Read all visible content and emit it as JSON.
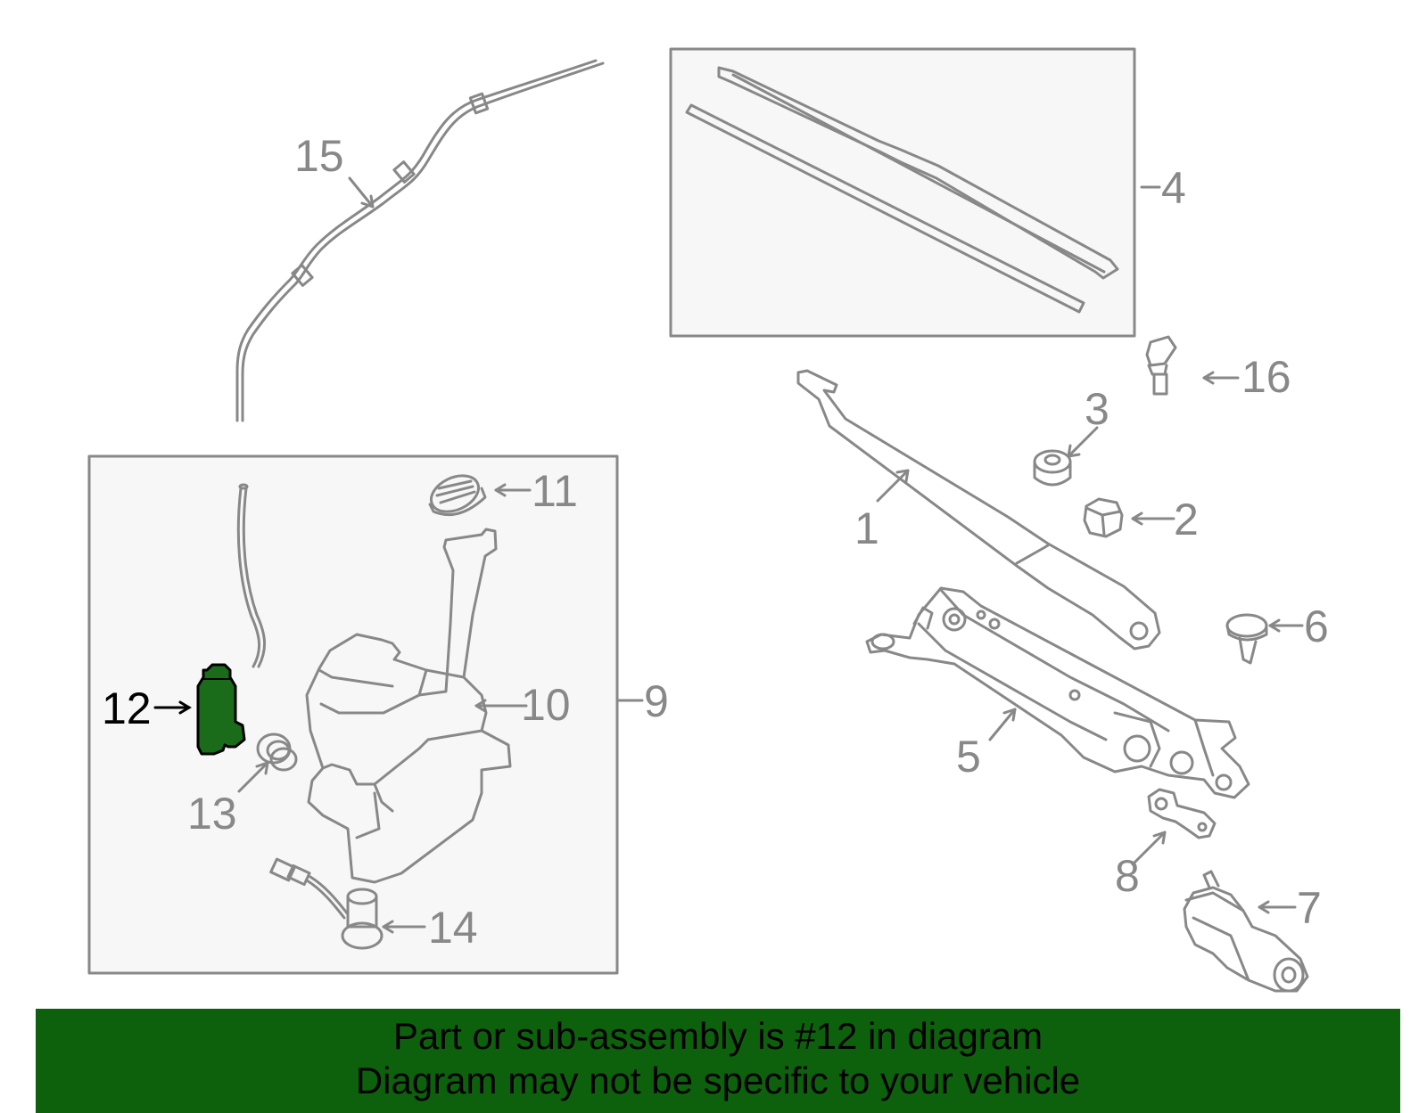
{
  "colors": {
    "line": "#888888",
    "panel_fill": "#f7f7f7",
    "highlight_part": "#1a6b1a",
    "banner_bg": "#0d610d",
    "banner_text": "#000000"
  },
  "callouts": {
    "c1": "1",
    "c2": "2",
    "c3": "3",
    "c4": "4",
    "c5": "5",
    "c6": "6",
    "c7": "7",
    "c8": "8",
    "c9": "9",
    "c10": "10",
    "c11": "11",
    "c12": "12",
    "c13": "13",
    "c14": "14",
    "c15": "15",
    "c16": "16"
  },
  "highlighted_part": "12",
  "banner": {
    "line1": "Part or sub-assembly is #12 in diagram",
    "line2": "Diagram may not be specific to your vehicle"
  }
}
